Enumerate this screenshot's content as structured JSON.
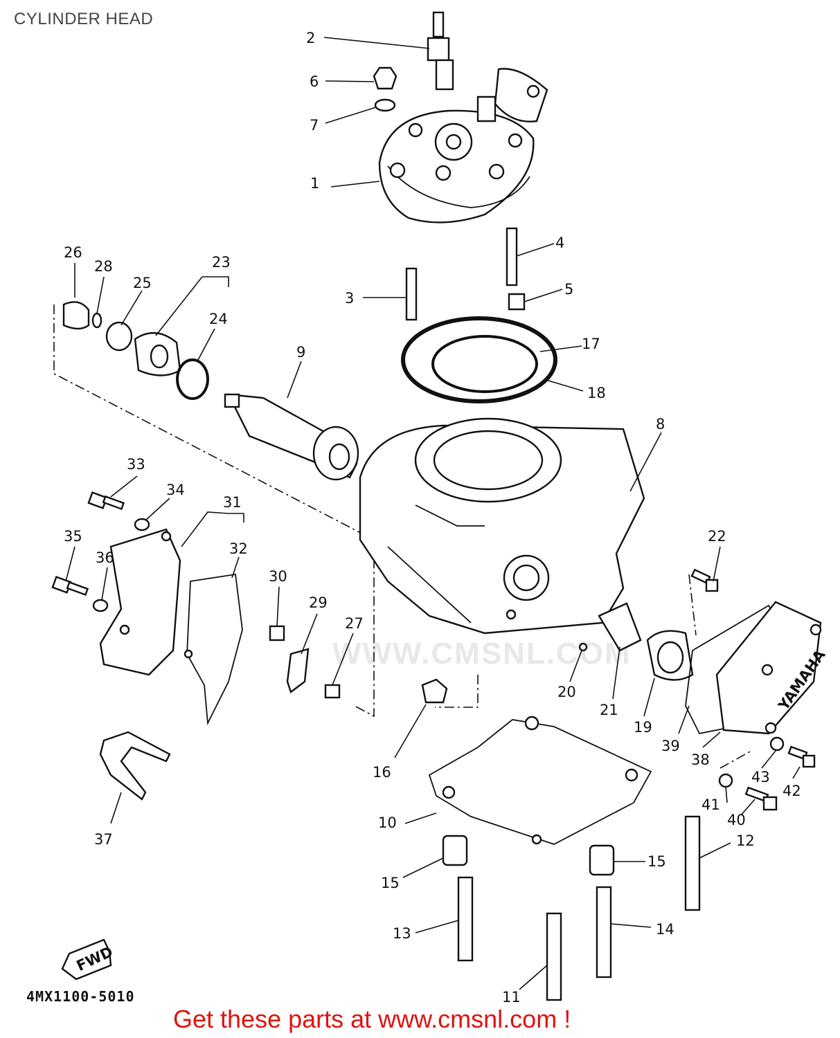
{
  "title": "CYLINDER HEAD",
  "drawing_code": "4MX1100-5010",
  "promo_text": "Get these parts at www.cmsnl.com !",
  "watermark": "WWW.CMSNL.COM",
  "fwd_label": "FWD",
  "brand_mark": "YAMAHA",
  "callouts": [
    "1",
    "2",
    "3",
    "4",
    "5",
    "6",
    "7",
    "8",
    "9",
    "10",
    "11",
    "12",
    "13",
    "14",
    "15",
    "15",
    "16",
    "17",
    "18",
    "19",
    "20",
    "21",
    "22",
    "23",
    "24",
    "25",
    "26",
    "27",
    "28",
    "29",
    "30",
    "31",
    "32",
    "33",
    "34",
    "35",
    "36",
    "37",
    "38",
    "39",
    "40",
    "41",
    "42",
    "43"
  ]
}
